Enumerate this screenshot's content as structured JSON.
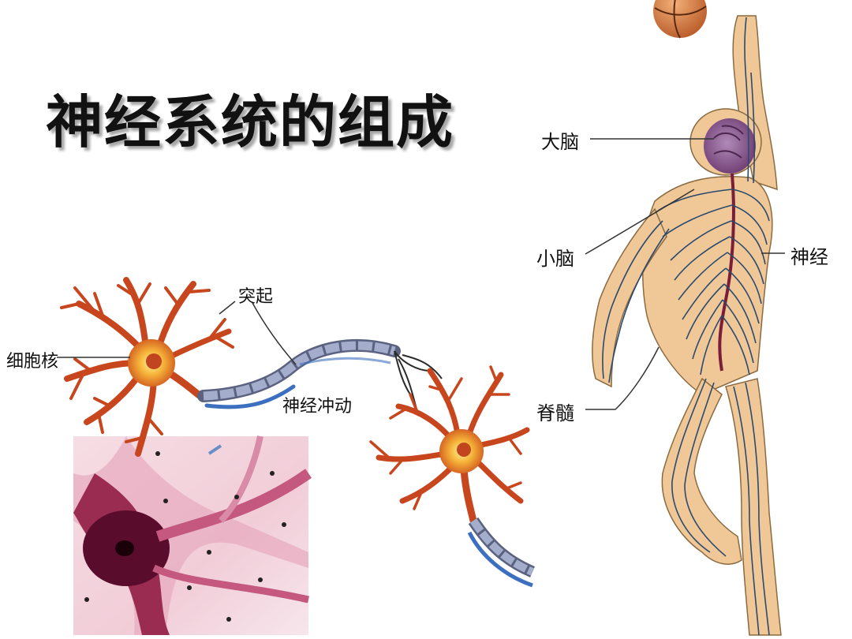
{
  "slide": {
    "title": "神经系统的组成"
  },
  "neuron_diagram": {
    "labels": {
      "process": "突起",
      "nucleus": "细胞核",
      "impulse": "神经冲动"
    }
  },
  "body_diagram": {
    "labels": {
      "cerebrum": "大脑",
      "cerebellum": "小脑",
      "nerve": "神经",
      "spinal_cord": "脊髓"
    }
  },
  "colors": {
    "neuron_body": "#f2a030",
    "dendrite": "#c8461e",
    "myelin": "#8c95b8",
    "micrograph_bg": "#f3d2dc",
    "micrograph_cell": "#6a1030",
    "brain": "#8e5a8e",
    "body_skin": "#f0c898",
    "nerve_line": "#2b4a6e"
  }
}
